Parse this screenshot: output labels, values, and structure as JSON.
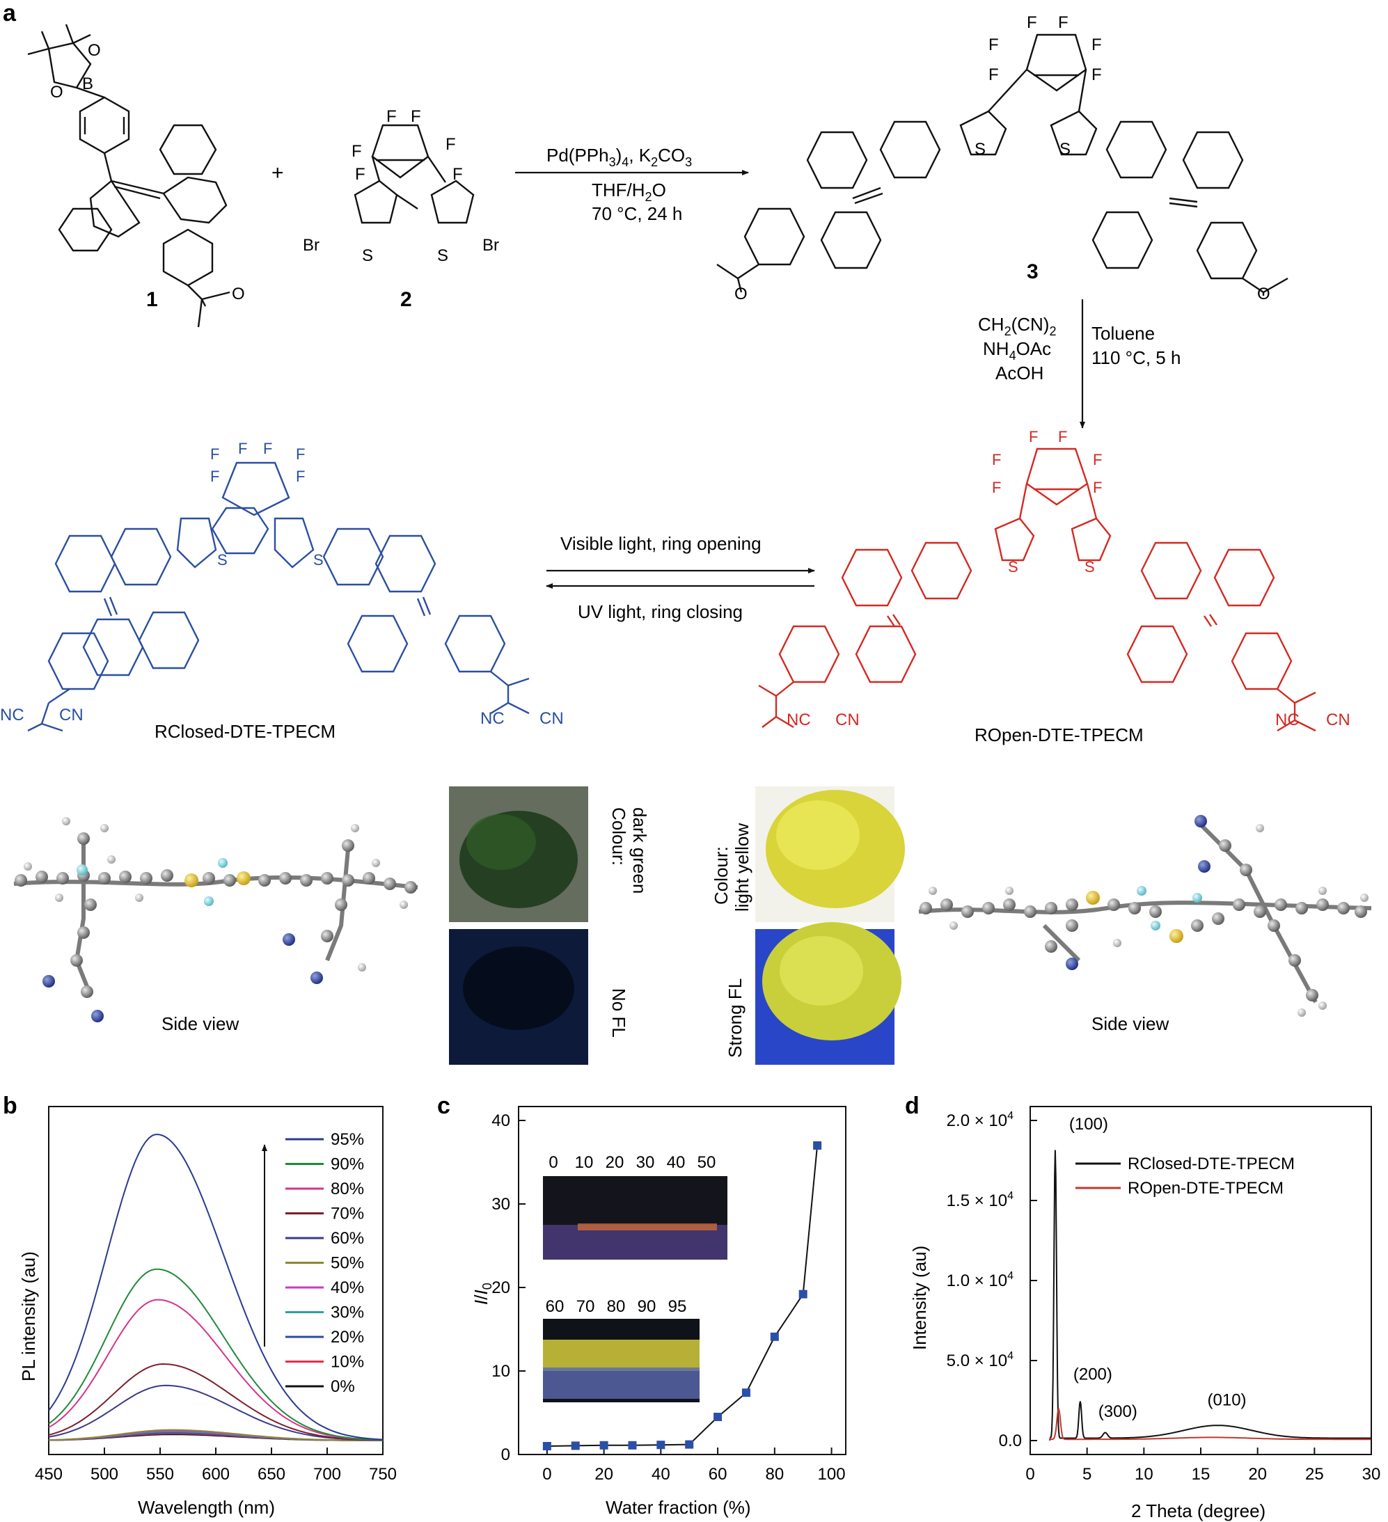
{
  "panel_labels": {
    "a": "a",
    "b": "b",
    "c": "c",
    "d": "d"
  },
  "scheme": {
    "compound_1": "1",
    "compound_2": "2",
    "compound_3": "3",
    "plus": "+",
    "reagent_1": "Pd(PPh3)4, K2CO3",
    "reagent_1_parts": {
      "a": "Pd(PPh",
      "b": "3",
      "c": ")",
      "d": "4",
      "e": ", K",
      "f": "2",
      "g": "CO",
      "h": "3"
    },
    "reagent_2": "THF/H2O",
    "reagent_2_parts": {
      "a": "THF/H",
      "b": "2",
      "c": "O"
    },
    "conditions_1": "70 °C, 24 h",
    "reagent_3": "CH2(CN)2",
    "reagent_3_parts": {
      "a": "CH",
      "b": "2",
      "c": "(CN)",
      "d": "2"
    },
    "reagent_4": "NH4OAc",
    "reagent_4_parts": {
      "a": "NH",
      "b": "4",
      "c": "OAc"
    },
    "reagent_5": "AcOH",
    "solvent_2": "Toluene",
    "conditions_2": "110 °C, 5 h",
    "forward_arrow_label": "Visible light, ring opening",
    "reverse_arrow_label": "UV light, ring closing",
    "closed_name": "RClosed-DTE-TPECM",
    "open_name": "ROpen-DTE-TPECM",
    "atoms": {
      "F": "F",
      "S": "S",
      "Br": "Br",
      "O": "O",
      "B": "B",
      "NC": "NC",
      "CN": "CN"
    },
    "colors": {
      "closed": "#2b4fa0",
      "open": "#d32a22",
      "black": "#111111"
    }
  },
  "photos": {
    "closed_colour_caption_1": "Colour:",
    "closed_colour_caption_2": "dark green",
    "closed_fl_caption": "No FL",
    "open_colour_caption_1": "Colour:",
    "open_colour_caption_2": "light yellow",
    "open_fl_caption": "Strong FL",
    "side_view_left": "Side view",
    "side_view_right": "Side view"
  },
  "chart_data": [
    {
      "panel": "b",
      "type": "line",
      "xlabel": "Wavelength (nm)",
      "ylabel": "PL intensity (au)",
      "xlim": [
        450,
        750
      ],
      "xticks": [
        450,
        500,
        550,
        600,
        650,
        700,
        750
      ],
      "legend_position": "top-right",
      "series": [
        {
          "name": "95%",
          "color": "#2b3a8f",
          "peak_x": 547,
          "peak_y": 1.0
        },
        {
          "name": "90%",
          "color": "#1f8a3a",
          "peak_x": 547,
          "peak_y": 0.56
        },
        {
          "name": "80%",
          "color": "#d6338a",
          "peak_x": 548,
          "peak_y": 0.46
        },
        {
          "name": "70%",
          "color": "#7a1f2e",
          "peak_x": 553,
          "peak_y": 0.25
        },
        {
          "name": "60%",
          "color": "#3a3a8a",
          "peak_x": 555,
          "peak_y": 0.18
        },
        {
          "name": "50%",
          "color": "#8a8a30",
          "peak_x": 560,
          "peak_y": 0.035
        },
        {
          "name": "40%",
          "color": "#c33fc3",
          "peak_x": 560,
          "peak_y": 0.032
        },
        {
          "name": "30%",
          "color": "#2aa0a8",
          "peak_x": 560,
          "peak_y": 0.029
        },
        {
          "name": "20%",
          "color": "#2a4aa8",
          "peak_x": 560,
          "peak_y": 0.026
        },
        {
          "name": "10%",
          "color": "#e0304a",
          "peak_x": 560,
          "peak_y": 0.023
        },
        {
          "name": "0%",
          "color": "#111111",
          "peak_x": 560,
          "peak_y": 0.02
        }
      ]
    },
    {
      "panel": "c",
      "type": "scatter",
      "xlabel": "Water fraction (%)",
      "ylabel": "I/I0",
      "xlim": [
        -10,
        105
      ],
      "ylim": [
        0,
        40
      ],
      "xticks": [
        0,
        20,
        40,
        60,
        80,
        100
      ],
      "yticks": [
        0,
        10,
        20,
        30,
        40
      ],
      "x": [
        0,
        10,
        20,
        30,
        40,
        50,
        60,
        70,
        80,
        90,
        95
      ],
      "y": [
        1.0,
        1.05,
        1.1,
        1.1,
        1.15,
        1.2,
        4.5,
        7.4,
        14.1,
        19.2,
        37.0
      ],
      "color": "#2a4fa8",
      "inset_labels_top": [
        "0",
        "10",
        "20",
        "30",
        "40",
        "50"
      ],
      "inset_labels_bottom": [
        "60",
        "70",
        "80",
        "90",
        "95"
      ]
    },
    {
      "panel": "d",
      "type": "line",
      "xlabel": "2 Theta (degree)",
      "ylabel": "Intensity (au)",
      "xlim": [
        0,
        30
      ],
      "xticks": [
        0,
        5,
        10,
        15,
        20,
        25,
        30
      ],
      "ylim": [
        -500,
        20000
      ],
      "ytick_values": [
        0,
        5000,
        10000,
        15000,
        20000
      ],
      "ytick_labels": [
        "0.0",
        "5.0 × 10",
        "1.0 × 10",
        "1.5 × 10",
        "2.0 × 10"
      ],
      "ytick_exponent": "4",
      "legend_position": "top-right",
      "series": [
        {
          "name": "RClosed-DTE-TPECM",
          "color": "#111111"
        },
        {
          "name": "ROpen-DTE-TPECM",
          "color": "#c0392b"
        }
      ],
      "peaks": [
        {
          "label": "(100)",
          "x": 2.2,
          "y": 19000
        },
        {
          "label": "(200)",
          "x": 4.4,
          "y": 2500
        },
        {
          "label": "(300)",
          "x": 6.6,
          "y": 400
        },
        {
          "label": "(010)",
          "x": 16.5,
          "y": 900
        }
      ]
    }
  ]
}
